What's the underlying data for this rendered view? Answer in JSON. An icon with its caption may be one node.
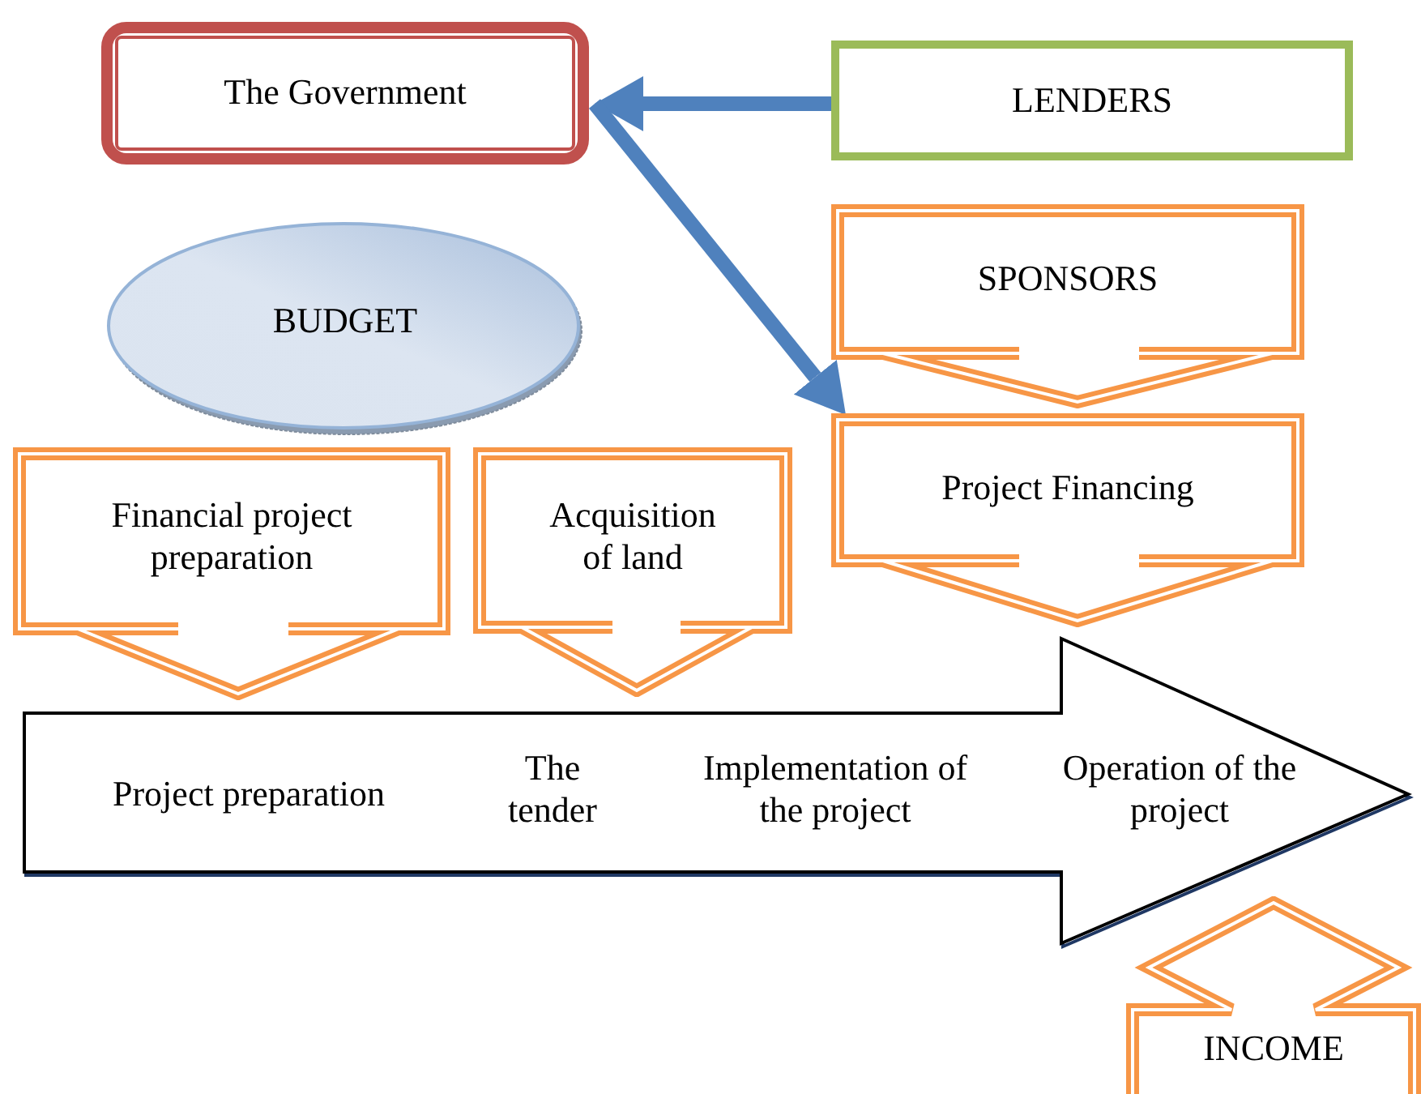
{
  "diagram": {
    "nodes": [
      {
        "text": [
          "The Government"
        ]
      },
      {
        "text": [
          "LENDERS"
        ]
      },
      {
        "text": [
          "BUDGET"
        ]
      },
      {
        "text": [
          "SPONSORS"
        ]
      },
      {
        "text": [
          "Project Financing"
        ]
      },
      {
        "text": [
          "Financial project preparation"
        ]
      },
      {
        "text": [
          "Acquisition of land"
        ]
      },
      {
        "text": [
          "Project preparation",
          "The tender",
          "Implementation of the project",
          "Operation of the project"
        ]
      },
      {
        "text": [
          "INCOME"
        ]
      }
    ],
    "edges": [
      {
        "from": 1,
        "to": 0,
        "arrow": "to"
      },
      {
        "from": 0,
        "to": 4,
        "arrow": "to"
      }
    ]
  }
}
